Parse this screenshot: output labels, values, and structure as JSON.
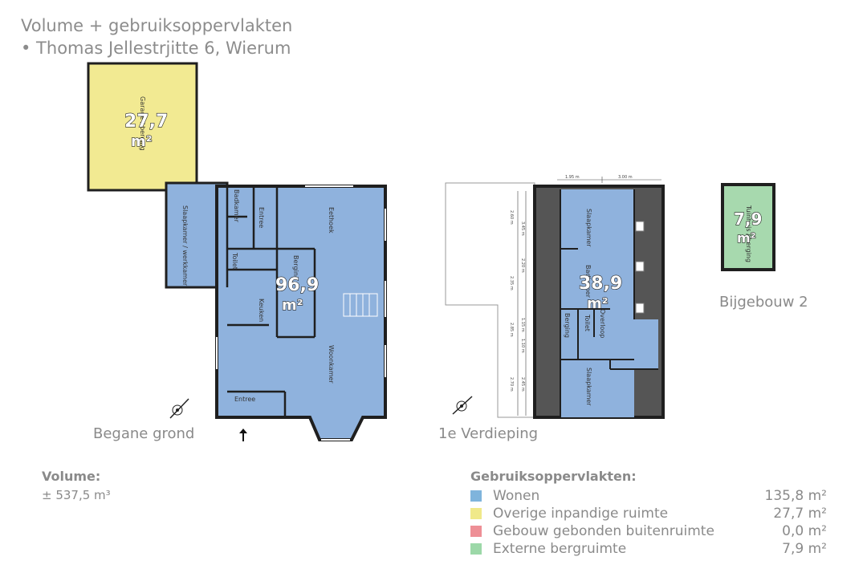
{
  "header": {
    "title": "Volume + gebruiksoppervlakten",
    "address": "• Thomas Jellestrjitte 6, Wierum"
  },
  "floors": {
    "ground": {
      "label": "Begane grond",
      "area_main": "96,9",
      "area_garage": "27,7",
      "unit": "m²",
      "rooms": {
        "garage": "Garage / berging",
        "badkamer": "Badkamer",
        "entree": "Entree",
        "eethoek": "Eethoek",
        "slaapkamer": "Slaapkamer / werkkamer",
        "toilet": "Toilet",
        "berging": "Berging",
        "keuken": "Keuken",
        "woonkamer": "Woonkamer",
        "entree2": "Entree"
      }
    },
    "first": {
      "label": "1e Verdieping",
      "area": "38,9",
      "unit": "m²",
      "rooms": {
        "slaapkamer1": "Slaapkamer",
        "badkamer": "Badkamer",
        "overloop": "Overloop",
        "berging": "Berging",
        "toilet": "Toilet",
        "slaapkamer2": "Slaapkamer"
      },
      "dims": {
        "top_left": "1.95 m",
        "top_right": "3.00 m",
        "v1": "2.60 m",
        "v2": "3.45 m",
        "v3": "2.20 m",
        "v4": "2.35 m",
        "v5": "1.15 m",
        "v6": "1.10 m",
        "v7": "2.85 m",
        "v8": "2.70 m",
        "v9": "2.45 m"
      }
    },
    "annex": {
      "label": "Bijgebouw 2",
      "area": "7,9",
      "unit": "m²",
      "room": "Tuinhuis / berging"
    }
  },
  "volume": {
    "heading": "Volume:",
    "value": "± 537,5 m³"
  },
  "usage": {
    "heading": "Gebruiksoppervlakten:",
    "items": [
      {
        "label": "Wonen",
        "value": "135,8 m²",
        "color": "#7fb4dc"
      },
      {
        "label": "Overige inpandige ruimte",
        "value": "27,7 m²",
        "color": "#f0e98a"
      },
      {
        "label": "Gebouw gebonden buitenruimte",
        "value": "0,0 m²",
        "color": "#ee8f96"
      },
      {
        "label": "Externe bergruimte",
        "value": "7,9 m²",
        "color": "#9cd8a8"
      }
    ]
  },
  "colors": {
    "living": "#8fb2dd",
    "garage": "#f2ea92",
    "annex": "#a7d9ae",
    "wall": "#1f1f1f",
    "roof": "#555555"
  }
}
